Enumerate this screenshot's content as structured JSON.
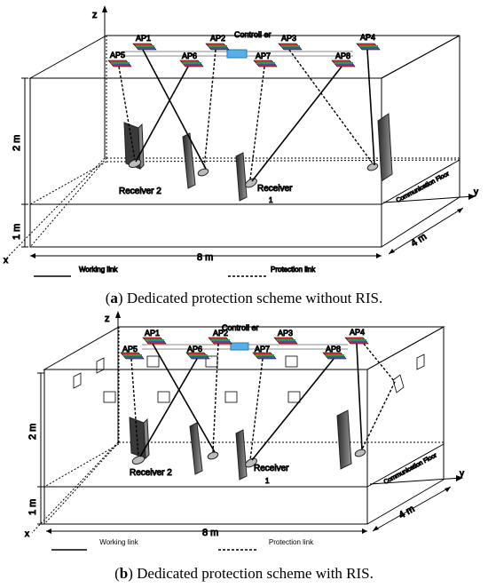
{
  "panels": [
    {
      "id": "a",
      "caption_letter": "a",
      "caption_text": "Dedicated protection scheme without RIS.",
      "axis_z": "z",
      "axis_y": "y",
      "axis_x": "x",
      "height_label": "2 m",
      "floor_height_label": "1 m",
      "length_label": "8 m",
      "width_label": "4 m",
      "floor_label": "Communication Floor",
      "controller_label": "Controll er",
      "receiver1_label": "Receiver",
      "receiver1_index": "1",
      "receiver2_label": "Receiver 2",
      "ap_labels": [
        "AP1",
        "AP2",
        "AP3",
        "AP4",
        "AP5",
        "AP6",
        "AP7",
        "AP8"
      ],
      "legend_working": "Working link",
      "legend_protection": "Protection link"
    },
    {
      "id": "b",
      "caption_letter": "b",
      "caption_text": "Dedicated protection scheme with RIS.",
      "axis_z": "z",
      "axis_y": "y",
      "axis_x": "x",
      "height_label": "2 m",
      "floor_height_label": "1 m",
      "length_label": "8 m",
      "width_label": "4 m",
      "floor_label": "Communication Floor",
      "controller_label": "Controll er",
      "receiver1_label": "Receiver",
      "receiver1_index": "1",
      "receiver2_label": "Receiver 2",
      "ap_labels": [
        "AP1",
        "AP2",
        "AP3",
        "AP4",
        "AP5",
        "AP6",
        "AP7",
        "AP8"
      ],
      "legend_working": "Working link",
      "legend_protection": "Protection link"
    }
  ],
  "colors": {
    "line": "#000000",
    "controller": "#5aaee6",
    "panel": "#4a4a4a"
  }
}
